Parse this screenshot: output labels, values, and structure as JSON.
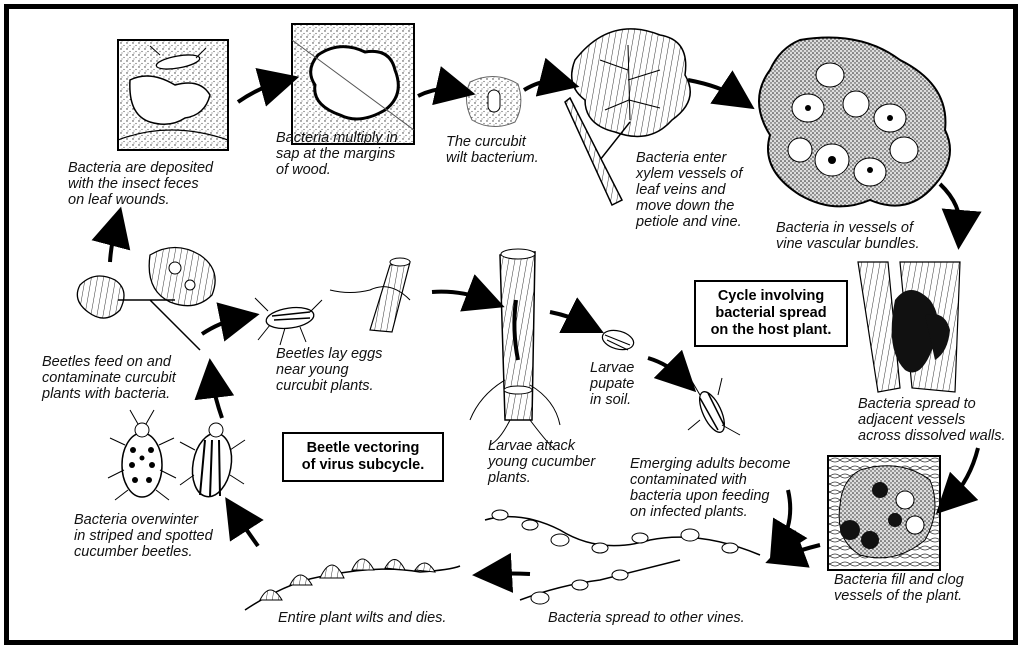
{
  "captions": {
    "deposit": [
      "Bacteria are deposited",
      "with the insect feces",
      "on leaf wounds."
    ],
    "multiply": [
      "Bacteria multiply in",
      "sap at the margins",
      "of wood."
    ],
    "bacterium": [
      "The curcubit",
      "wilt bacterium."
    ],
    "enter": [
      "Bacteria enter",
      "xylem vessels of",
      "leaf veins and",
      "move down the",
      "petiole and vine."
    ],
    "bundles": [
      "Bacteria in vessels of",
      "vine vascular bundles."
    ],
    "spread_adjacent": [
      "Bacteria spread to",
      "adjacent vessels",
      "across dissolved walls."
    ],
    "fill": [
      "Bacteria fill and clog",
      "vessels of the plant."
    ],
    "other_vines": [
      "Bacteria spread to other vines."
    ],
    "wilts": [
      "Entire plant wilts and dies."
    ],
    "overwinter": [
      "Bacteria overwinter",
      "in striped and spotted",
      "cucumber beetles."
    ],
    "feed": [
      "Beetles feed on and",
      "contaminate curcubit",
      "plants with bacteria."
    ],
    "eggs": [
      "Beetles lay eggs",
      "near young",
      "curcubit plants."
    ],
    "larvae_attack": [
      "Larvae attack",
      "young cucumber",
      "plants."
    ],
    "pupate": [
      "Larvae",
      "pupate",
      "in soil."
    ],
    "emerging": [
      "Emerging adults become",
      "contaminated with",
      "bacteria upon feeding",
      "on infected plants."
    ]
  },
  "boxes": {
    "host_cycle": [
      "Cycle involving",
      "bacterial spread",
      "on the host plant."
    ],
    "beetle_cycle": [
      "Beetle vectoring",
      "of virus subcycle."
    ]
  }
}
